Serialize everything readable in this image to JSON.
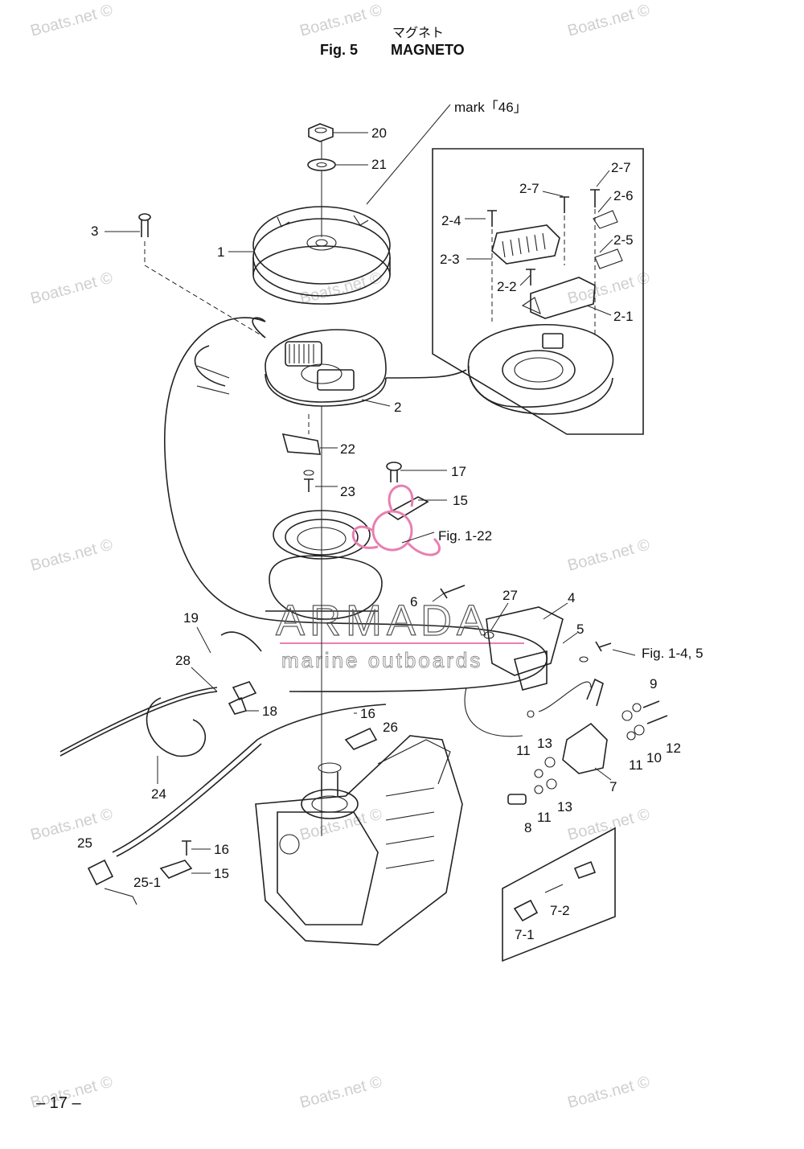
{
  "header": {
    "japanese_title": "マグネト",
    "fig_number": "Fig. 5",
    "title": "MAGNETO"
  },
  "mark_note": "mark「46」",
  "part_labels": {
    "p1": "1",
    "p2": "2",
    "p2_1": "2-1",
    "p2_2": "2-2",
    "p2_3": "2-3",
    "p2_4": "2-4",
    "p2_5": "2-5",
    "p2_6": "2-6",
    "p2_7a": "2-7",
    "p2_7b": "2-7",
    "p3": "3",
    "p4": "4",
    "p5": "5",
    "p6": "6",
    "p7": "7",
    "p7_1": "7-1",
    "p7_2": "7-2",
    "p8": "8",
    "p9": "9",
    "p10": "10",
    "p11a": "11",
    "p11b": "11",
    "p11c": "11",
    "p12": "12",
    "p13a": "13",
    "p13b": "13",
    "p15a": "15",
    "p15b": "15",
    "p16a": "16",
    "p16b": "16",
    "p17": "17",
    "p18": "18",
    "p19": "19",
    "p20": "20",
    "p21": "21",
    "p22": "22",
    "p23": "23",
    "p24": "24",
    "p25": "25",
    "p25_1": "25-1",
    "p26": "26",
    "p27": "27",
    "p28": "28"
  },
  "references": {
    "fig_1_22": "Fig. 1-22",
    "fig_1_4_5": "Fig. 1-4, 5"
  },
  "watermark": "Boats.net ©",
  "brand": {
    "name": "ARMADA",
    "tagline": "marine outboards",
    "accent_color": "#e87fb0"
  },
  "page_number": "– 17 –"
}
